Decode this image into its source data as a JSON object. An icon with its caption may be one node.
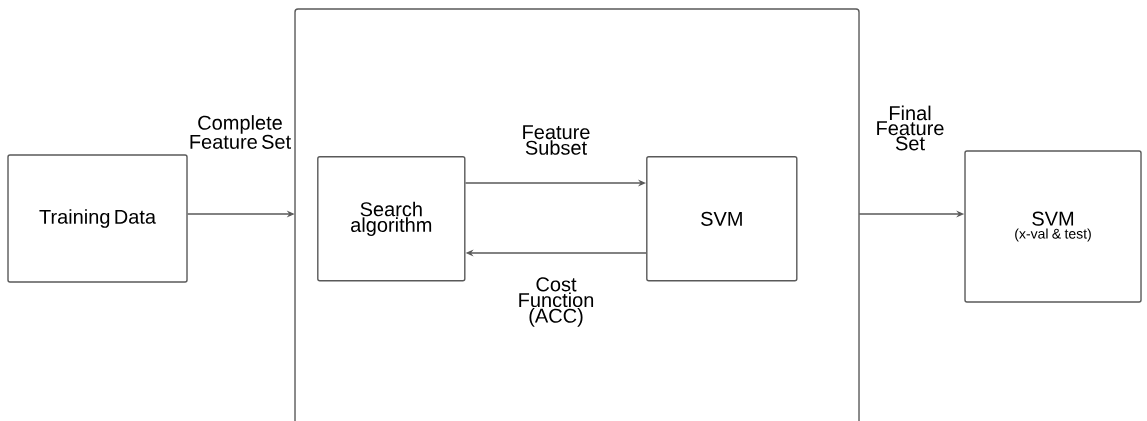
{
  "diagram": {
    "nodes": [
      {
        "text": [
          "Training Data"
        ]
      },
      {
        "text": [],
        "shape": "box"
      },
      {
        "text": [
          "Search algorithm"
        ],
        "in": 1
      },
      {
        "text": [
          "SVM"
        ],
        "in": 1
      },
      {
        "text": [
          "SVM",
          "(x-val & test)"
        ]
      }
    ],
    "edges": [
      {
        "from": 0,
        "to": 1,
        "arrow": "to",
        "label": "Complete Feature Set"
      },
      {
        "from": 2,
        "to": 3,
        "arrow": "to",
        "label": "Feature Subset"
      },
      {
        "from": 3,
        "to": 2,
        "arrow": "to",
        "label": "Cost Function (ACC)"
      },
      {
        "from": 1,
        "to": 4,
        "arrow": "to",
        "label": "Final Feature Set"
      }
    ]
  }
}
